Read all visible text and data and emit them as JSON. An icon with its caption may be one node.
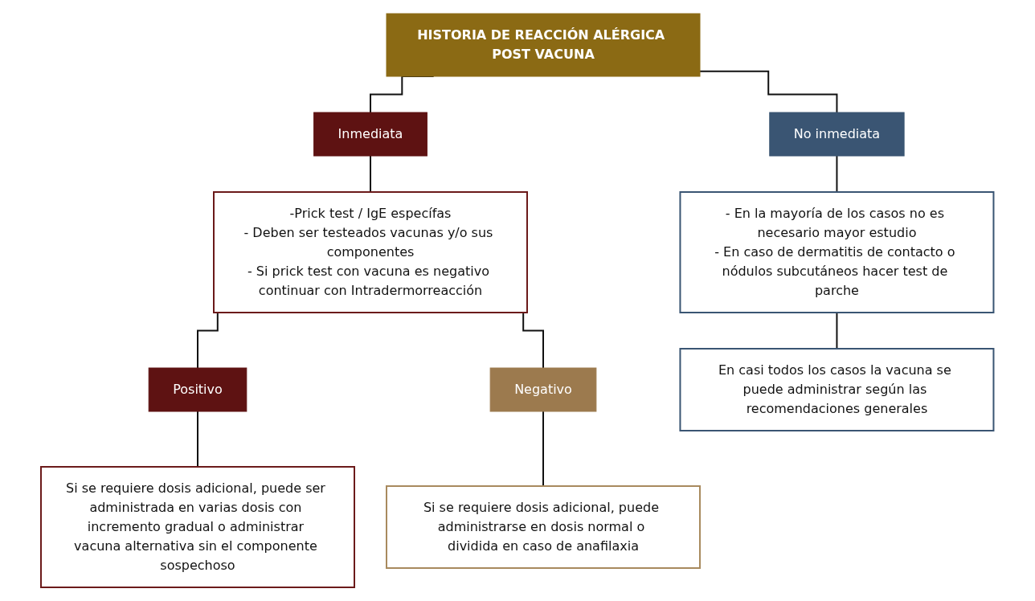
{
  "diagram": {
    "nodes": [
      {
        "text": [
          "HISTORIA DE REACCIÓN ALÉRGICA POST VACUNA"
        ]
      },
      {
        "text": [
          "Inmediata"
        ]
      },
      {
        "text": [
          "No inmediata"
        ]
      },
      {
        "text": [
          "-Prick test / IgE específas",
          "- Deben ser testeados vacunas y/o sus componentes",
          "- Si prick test con vacuna es negativo continuar con Intradermorreacción"
        ]
      },
      {
        "text": [
          "Positivo"
        ]
      },
      {
        "text": [
          "Negativo"
        ]
      },
      {
        "text": [
          "Si se requiere dosis adicional, puede ser administrada en varias dosis con incremento gradual o administrar vacuna alternativa sin el componente sospechoso"
        ]
      },
      {
        "text": [
          "Si se requiere dosis adicional, puede administrarse en dosis normal o dividida en caso de anafilaxia"
        ]
      },
      {
        "text": [
          "- En la mayoría de los casos no es necesario mayor estudio",
          "- En caso de dermatitis de contacto o nódulos subcutáneos hacer test de parche"
        ]
      },
      {
        "text": [
          "En casi todos los casos la vacuna se puede administrar según las recomendaciones generales"
        ]
      }
    ],
    "edges": [
      {
        "from": 0,
        "to": 1,
        "arrow": "none"
      },
      {
        "from": 0,
        "to": 2,
        "arrow": "none"
      },
      {
        "from": 1,
        "to": 3,
        "arrow": "none"
      },
      {
        "from": 3,
        "to": 4,
        "arrow": "none"
      },
      {
        "from": 3,
        "to": 5,
        "arrow": "none"
      },
      {
        "from": 4,
        "to": 6,
        "arrow": "none"
      },
      {
        "from": 5,
        "to": 7,
        "arrow": "none"
      },
      {
        "from": 2,
        "to": 8,
        "arrow": "none"
      },
      {
        "from": 8,
        "to": 9,
        "arrow": "none"
      }
    ]
  }
}
